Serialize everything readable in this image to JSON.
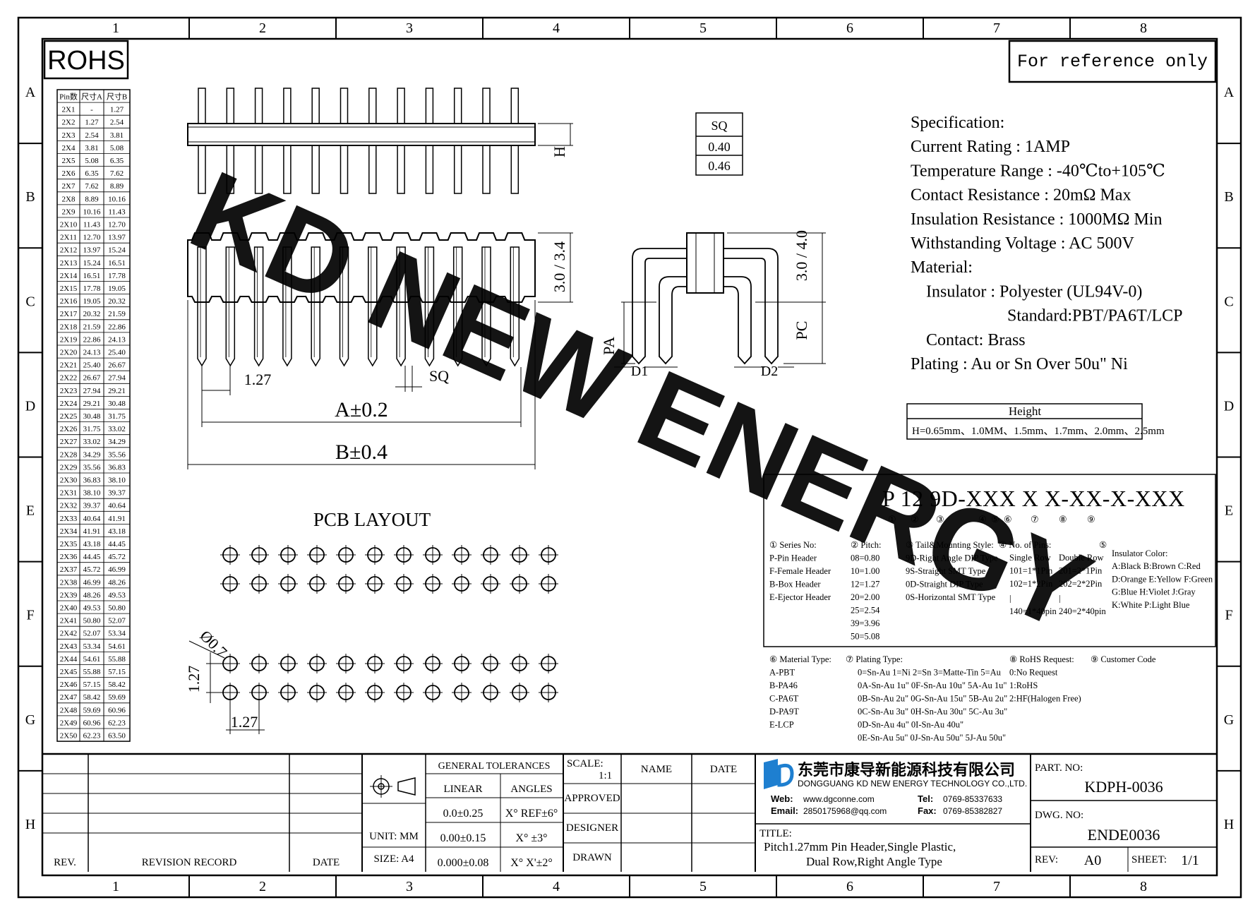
{
  "grid": {
    "columns": [
      "1",
      "2",
      "3",
      "4",
      "5",
      "6",
      "7",
      "8"
    ],
    "rows": [
      "A",
      "B",
      "C",
      "D",
      "E",
      "F",
      "G",
      "H"
    ]
  },
  "header": {
    "rohs": "ROHS",
    "reference": "For reference only"
  },
  "watermark": "KD NEW ENERGY",
  "pin_table": {
    "headers": [
      "Pin数",
      "尺寸A",
      "尺寸B"
    ],
    "rows": [
      [
        "2X1",
        "-",
        "1.27"
      ],
      [
        "2X2",
        "1.27",
        "2.54"
      ],
      [
        "2X3",
        "2.54",
        "3.81"
      ],
      [
        "2X4",
        "3.81",
        "5.08"
      ],
      [
        "2X5",
        "5.08",
        "6.35"
      ],
      [
        "2X6",
        "6.35",
        "7.62"
      ],
      [
        "2X7",
        "7.62",
        "8.89"
      ],
      [
        "2X8",
        "8.89",
        "10.16"
      ],
      [
        "2X9",
        "10.16",
        "11.43"
      ],
      [
        "2X10",
        "11.43",
        "12.70"
      ],
      [
        "2X11",
        "12.70",
        "13.97"
      ],
      [
        "2X12",
        "13.97",
        "15.24"
      ],
      [
        "2X13",
        "15.24",
        "16.51"
      ],
      [
        "2X14",
        "16.51",
        "17.78"
      ],
      [
        "2X15",
        "17.78",
        "19.05"
      ],
      [
        "2X16",
        "19.05",
        "20.32"
      ],
      [
        "2X17",
        "20.32",
        "21.59"
      ],
      [
        "2X18",
        "21.59",
        "22.86"
      ],
      [
        "2X19",
        "22.86",
        "24.13"
      ],
      [
        "2X20",
        "24.13",
        "25.40"
      ],
      [
        "2X21",
        "25.40",
        "26.67"
      ],
      [
        "2X22",
        "26.67",
        "27.94"
      ],
      [
        "2X23",
        "27.94",
        "29.21"
      ],
      [
        "2X24",
        "29.21",
        "30.48"
      ],
      [
        "2X25",
        "30.48",
        "31.75"
      ],
      [
        "2X26",
        "31.75",
        "33.02"
      ],
      [
        "2X27",
        "33.02",
        "34.29"
      ],
      [
        "2X28",
        "34.29",
        "35.56"
      ],
      [
        "2X29",
        "35.56",
        "36.83"
      ],
      [
        "2X30",
        "36.83",
        "38.10"
      ],
      [
        "2X31",
        "38.10",
        "39.37"
      ],
      [
        "2X32",
        "39.37",
        "40.64"
      ],
      [
        "2X33",
        "40.64",
        "41.91"
      ],
      [
        "2X34",
        "41.91",
        "43.18"
      ],
      [
        "2X35",
        "43.18",
        "44.45"
      ],
      [
        "2X36",
        "44.45",
        "45.72"
      ],
      [
        "2X37",
        "45.72",
        "46.99"
      ],
      [
        "2X38",
        "46.99",
        "48.26"
      ],
      [
        "2X39",
        "48.26",
        "49.53"
      ],
      [
        "2X40",
        "49.53",
        "50.80"
      ],
      [
        "2X41",
        "50.80",
        "52.07"
      ],
      [
        "2X42",
        "52.07",
        "53.34"
      ],
      [
        "2X43",
        "53.34",
        "54.61"
      ],
      [
        "2X44",
        "54.61",
        "55.88"
      ],
      [
        "2X45",
        "55.88",
        "57.15"
      ],
      [
        "2X46",
        "57.15",
        "58.42"
      ],
      [
        "2X47",
        "58.42",
        "59.69"
      ],
      [
        "2X48",
        "59.69",
        "60.96"
      ],
      [
        "2X49",
        "60.96",
        "62.23"
      ],
      [
        "2X50",
        "62.23",
        "63.50"
      ]
    ]
  },
  "dims": {
    "h": "H",
    "pitch": "1.27",
    "sq": "SQ",
    "a": "A±0.2",
    "b": "B±0.4",
    "body_h": "3.0 / 3.4",
    "side_h": "3.0 / 4.0",
    "pa": "PA",
    "pc": "PC",
    "d1": "D1",
    "d2": "D2",
    "pcb_title": "PCB LAYOUT",
    "hole": "Ø0.7",
    "pcb_v": "1.27",
    "pcb_h": "1.27"
  },
  "sq_table": {
    "header": "SQ",
    "values": [
      "0.40",
      "0.46"
    ]
  },
  "spec": {
    "lines": [
      "Specification:",
      "Current Rating : 1AMP",
      "Temperature Range : -40℃to+105℃",
      "Contact Resistance : 20mΩ Max",
      "Insulation Resistance : 1000MΩ Min",
      "Withstanding Voltage : AC 500V",
      "Material:",
      "Insulator : Polyester (UL94V-0)",
      "Standard:PBT/PA6T/LCP",
      "Contact: Brass",
      "Plating : Au or Sn Over 50u\" Ni"
    ]
  },
  "height_table": {
    "header": "Height",
    "value": "H=0.65mm、1.0MM、1.5mm、1.7mm、2.0mm、2.5mm"
  },
  "part_code": {
    "code": "P 12 9D-XXX X X-XX-X-XXX",
    "markers": [
      "①",
      "②",
      "③",
      "④",
      "⑤",
      "⑥",
      "⑦",
      "⑧",
      "⑨"
    ],
    "series": [
      "① Series No:",
      "P-Pin Header",
      "F-Female Header",
      "B-Box Header",
      "E-Ejector Header"
    ],
    "pitch": [
      "② Pitch:",
      "08=0.80",
      "10=1.00",
      "12=1.27",
      "20=2.00",
      "25=2.54",
      "39=3.96",
      "50=5.08"
    ],
    "tail": [
      "③ Tail&Mounting Style:",
      "9D-Right Angle DIP Type",
      "9S-Straight SMT Type",
      "0D-Straight DIP Type",
      "0S-Horizontal SMT Type"
    ],
    "pins": [
      "④ No. of Pins:",
      "Single Row",
      "101=1*1Pin",
      "102=1*2Pin",
      "|",
      "140=1*40pin",
      "Double Row",
      "201=2*1Pin",
      "202=2*2Pin",
      "|",
      "240=2*40pin"
    ],
    "color": [
      "⑤",
      "Insulator Color:",
      "A:Black  B:Brown  C:Red",
      "D:Orange E:Yellow F:Green",
      "G:Blue   H:Violet J:Gray",
      "K:White  P:Light Blue"
    ],
    "material": [
      "⑥ Material Type:",
      "A-PBT",
      "B-PA46",
      "C-PA6T",
      "D-PA9T",
      "E-LCP"
    ],
    "plating": [
      "⑦ Plating Type:",
      "0=Sn-Au 1=Ni 2=Sn 3=Matte-Tin 5=Au",
      "0A-Sn-Au 1u\" 0F-Sn-Au 10u\"  5A-Au 1u\"",
      "0B-Sn-Au 2u\" 0G-Sn-Au 15u\"  5B-Au 2u\"",
      "0C-Sn-Au 3u\" 0H-Sn-Au 30u\"  5C-Au 3u\"",
      "0D-Sn-Au 4u\" 0I-Sn-Au 40u\"",
      "0E-Sn-Au 5u\" 0J-Sn-Au 50u\"  5J-Au 50u\""
    ],
    "rohs": [
      "⑧ RoHS Request:",
      "0:No Request",
      "1:RoHS",
      "2:HF(Halogen Free)"
    ],
    "customer": [
      "⑨ Customer Code"
    ]
  },
  "title_block": {
    "rev": "REV.",
    "revision_record": "REVISION RECORD",
    "date": "DATE",
    "general_tolerances": "GENERAL TOLERANCES",
    "linear": "LINEAR",
    "angles": "ANGLES",
    "tol_linear": [
      "0.0±0.25",
      "0.00±0.15",
      "0.000±0.08"
    ],
    "tol_angles": [
      "X° REF±6°",
      "X° ±3°",
      "X° X'±2°"
    ],
    "unit": "UNIT: MM",
    "size": "SIZE: A4",
    "scale_label": "SCALE:",
    "scale_value": "1:1",
    "name": "NAME",
    "date2": "DATE",
    "approved": "APPROVED",
    "designer": "DESIGNER",
    "drawn": "DRAWN",
    "company_cn": "东莞市康导新能源科技有限公司",
    "company_en": "DONGGUANG KD NEW ENERGY TECHNOLOGY CO.,LTD.",
    "web_label": "Web:",
    "web": "www.dgconne.com",
    "tel_label": "Tel:",
    "tel": "0769-85337633",
    "email_label": "Email:",
    "email": "2850175968@qq.com",
    "fax_label": "Fax:",
    "fax": "0769-85382827",
    "title_label": "TITLE:",
    "title_line1": "Pitch1.27mm Pin Header,Single Plastic,",
    "title_line2": "Dual Row,Right Angle Type",
    "part_no_label": "PART. NO:",
    "part_no": "KDPH-0036",
    "dwg_no_label": "DWG. NO:",
    "dwg_no": "ENDE0036",
    "rev_label": "REV:",
    "rev_value": "A0",
    "sheet_label": "SHEET:",
    "sheet_value": "1/1"
  },
  "colors": {
    "watermark": "#39E6F0",
    "logo": "#1E7FD0"
  }
}
